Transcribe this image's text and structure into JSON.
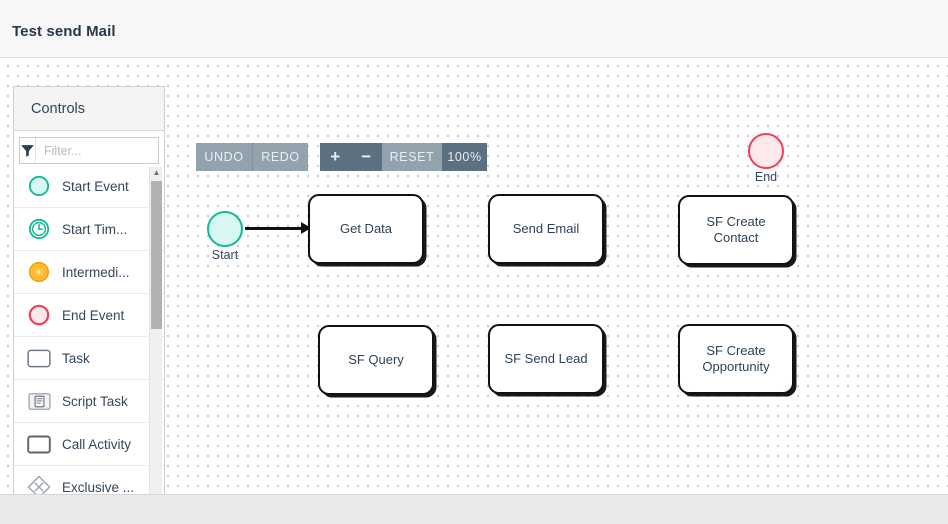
{
  "titlebar": {
    "title": "Test send Mail"
  },
  "palette": {
    "header": "Controls",
    "filter": {
      "placeholder": "Filter...",
      "value": "",
      "icon": "filter-icon"
    },
    "items": [
      {
        "label": "Start Event",
        "icon": "start-event-icon"
      },
      {
        "label": "Start Tim...",
        "icon": "start-timer-event-icon"
      },
      {
        "label": "Intermedi...",
        "icon": "intermediate-event-icon"
      },
      {
        "label": "End Event",
        "icon": "end-event-icon"
      },
      {
        "label": "Task",
        "icon": "task-icon"
      },
      {
        "label": "Script Task",
        "icon": "script-task-icon"
      },
      {
        "label": "Call Activity",
        "icon": "call-activity-icon"
      },
      {
        "label": "Exclusive ...",
        "icon": "exclusive-gateway-icon"
      }
    ],
    "scrollbar": {
      "up_icon": "triangle-up-icon",
      "down_icon": "triangle-down-icon"
    }
  },
  "toolbar": {
    "undo": "UNDO",
    "redo": "REDO",
    "zoom_in": "+",
    "zoom_out": "−",
    "reset": "RESET",
    "zoom_level": "100%"
  },
  "diagram": {
    "events": [
      {
        "name": "start-event",
        "label": "Start",
        "type": "start",
        "color": "#12b897",
        "fill": "#d7f7f2"
      },
      {
        "name": "end-event",
        "label": "End",
        "type": "end",
        "color": "#ef4056",
        "fill": "#fde9ec"
      }
    ],
    "tasks": [
      {
        "label": "Get Data"
      },
      {
        "label": "Send Email"
      },
      {
        "label": "SF Create\nContact"
      },
      {
        "label": "SF Query"
      },
      {
        "label": "SF Send Lead"
      },
      {
        "label": "SF Create\nOpportunity"
      }
    ],
    "connections": [
      {
        "from": "Start",
        "to": "Get Data"
      }
    ]
  },
  "colors": {
    "titlebar_bg": "#f7f7f7",
    "canvas_bg": "#ffffff",
    "grid_dot": "#b9b9b9",
    "toolbar_light": "#92a3ad",
    "toolbar_dark": "#5b7080",
    "footer_bg": "#e9eaec",
    "text": "#2e4057"
  }
}
